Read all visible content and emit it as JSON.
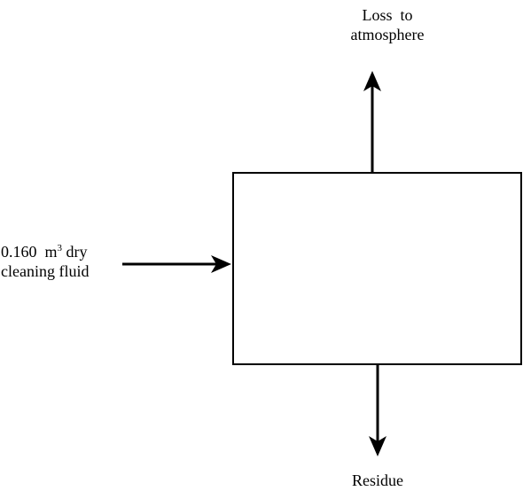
{
  "labels": {
    "output_top_line1": "Loss  to",
    "output_top_line2": "atmosphere",
    "input_line1_value": "0.160",
    "input_line1_unit": "m",
    "input_line1_exponent": "3",
    "input_line1_suffix": "dry",
    "input_line2": "cleaning fluid",
    "output_bottom": "Residue"
  },
  "colors": {
    "stroke": "#000000",
    "background": "#ffffff",
    "text": "#000000"
  }
}
